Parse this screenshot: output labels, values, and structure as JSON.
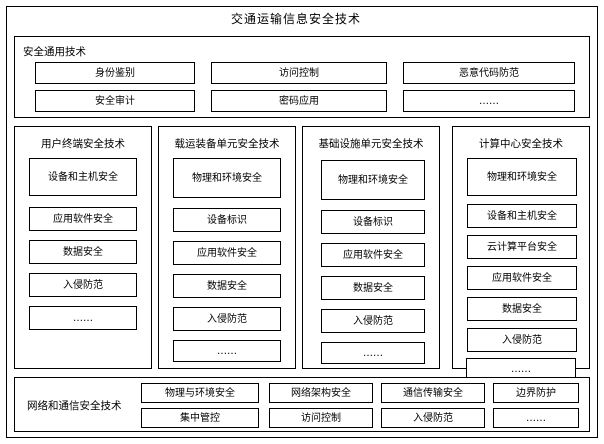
{
  "title": "交通运输信息安全技术",
  "general": {
    "label": "安全通用技术",
    "row1": [
      "身份鉴别",
      "访问控制",
      "恶意代码防范"
    ],
    "row2": [
      "安全审计",
      "密码应用",
      "……"
    ]
  },
  "columns": [
    {
      "title": "用户终端安全技术",
      "items": [
        "设备和主机安全",
        "应用软件安全",
        "数据安全",
        "入侵防范",
        "……"
      ]
    },
    {
      "title": "载运装备单元安全技术",
      "items": [
        "物理和环境安全",
        "设备标识",
        "应用软件安全",
        "数据安全",
        "入侵防范",
        "……"
      ]
    },
    {
      "title": "基础设施单元安全技术",
      "items": [
        "物理和环境安全",
        "设备标识",
        "应用软件安全",
        "数据安全",
        "入侵防范",
        "……"
      ]
    },
    {
      "title": "计算中心安全技术",
      "items": [
        "物理和环境安全",
        "设备和主机安全",
        "云计算平台安全",
        "应用软件安全",
        "数据安全",
        "入侵防范",
        "……"
      ]
    }
  ],
  "bottom": {
    "label": "网络和通信安全技术",
    "row1": [
      "物理与环境安全",
      "网络架构安全",
      "通信传输安全",
      "边界防护"
    ],
    "row2": [
      "集中管控",
      "访问控制",
      "入侵防范",
      "……"
    ]
  }
}
